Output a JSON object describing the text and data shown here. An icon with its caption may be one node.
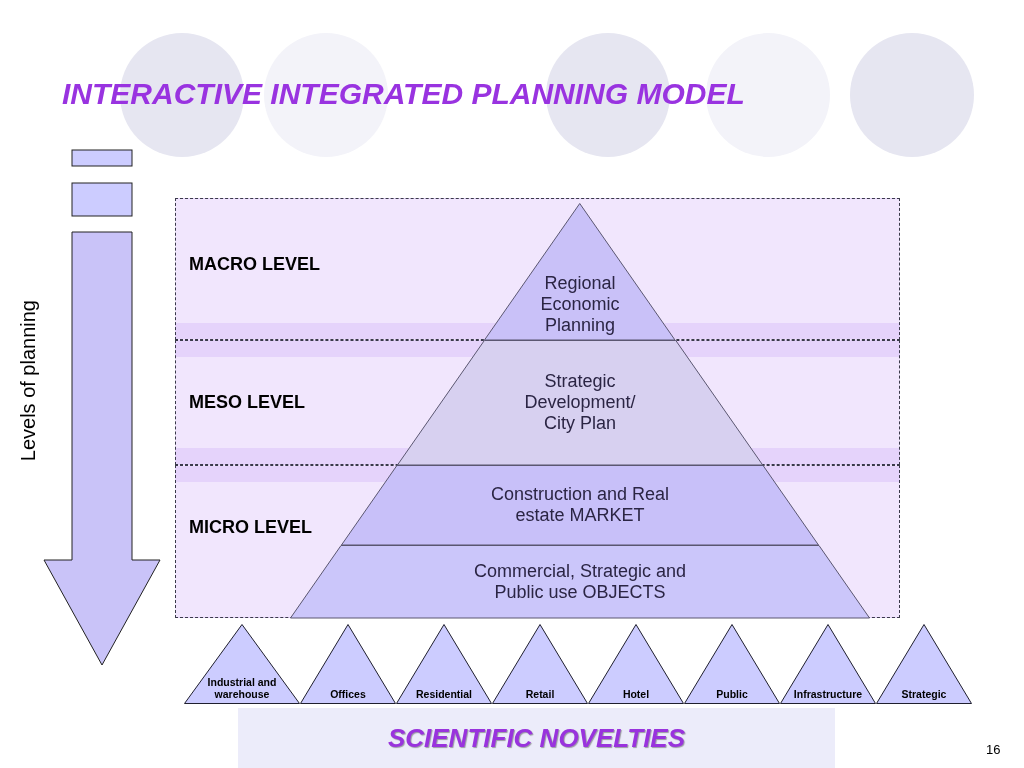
{
  "diagram": {
    "title": "INTERACTIVE INTEGRATED PLANNING MODEL",
    "nodes": [
      {
        "text": [
          "MACRO LEVEL"
        ]
      },
      {
        "text": [
          "MESO LEVEL"
        ]
      },
      {
        "text": [
          "MICRO LEVEL"
        ]
      },
      {
        "text": [
          "Regional Economic Planning"
        ],
        "in": 0
      },
      {
        "text": [
          "Strategic Development/ City Plan"
        ],
        "in": 1
      },
      {
        "text": [
          "Construction and Real estate MARKET"
        ],
        "in": 2
      },
      {
        "text": [
          "Commercial, Strategic and Public use OBJECTS"
        ],
        "in": 2
      },
      {
        "text": [
          "Industrial and warehouse"
        ]
      },
      {
        "text": [
          "Offices"
        ]
      },
      {
        "text": [
          "Residential"
        ]
      },
      {
        "text": [
          "Retail"
        ]
      },
      {
        "text": [
          "Hotel"
        ]
      },
      {
        "text": [
          "Public"
        ]
      },
      {
        "text": [
          "Infrastructure"
        ]
      },
      {
        "text": [
          "Strategic"
        ]
      },
      {
        "text": [
          "SCIENTIFIC NOVELTIES"
        ]
      }
    ],
    "labels": [
      "Levels of planning",
      "16"
    ]
  }
}
